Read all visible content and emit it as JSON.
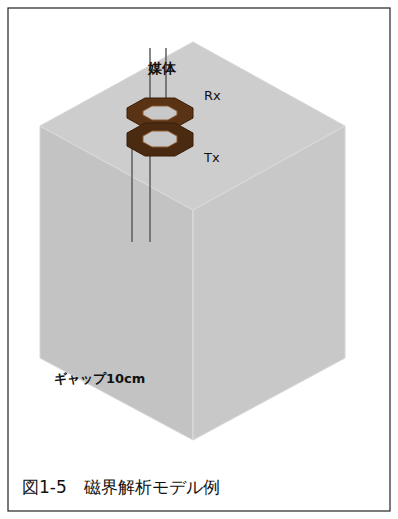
{
  "diagram": {
    "caption": "図1-5　磁界解析モデル例",
    "labels": [
      "媒体",
      "Rx",
      "Tx",
      "ギャップ10cm"
    ]
  }
}
